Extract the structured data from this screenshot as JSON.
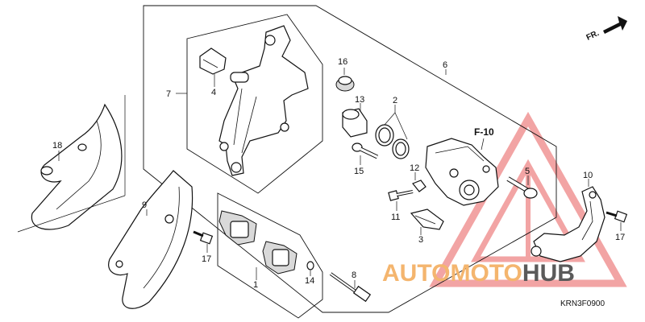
{
  "callouts": {
    "c1": "1",
    "c2": "2",
    "c3": "3",
    "c4": "4",
    "c5": "5",
    "c6": "6",
    "c7": "7",
    "c8": "8",
    "c9": "9",
    "c10": "10",
    "c11": "11",
    "c12": "12",
    "c13": "13",
    "c14": "14",
    "c15": "15",
    "c16": "16",
    "c17a": "17",
    "c17b": "17",
    "c18": "18"
  },
  "reference": "F-10",
  "direction_label": "FR.",
  "diagram_code": "KRN3F0900",
  "watermark": {
    "part1": "AUTOMOTO",
    "part2": "HUB",
    "color_primary": "#f4a15a",
    "color_secondary": "#5a5a5a",
    "triangle_color": "#e85a5a"
  }
}
